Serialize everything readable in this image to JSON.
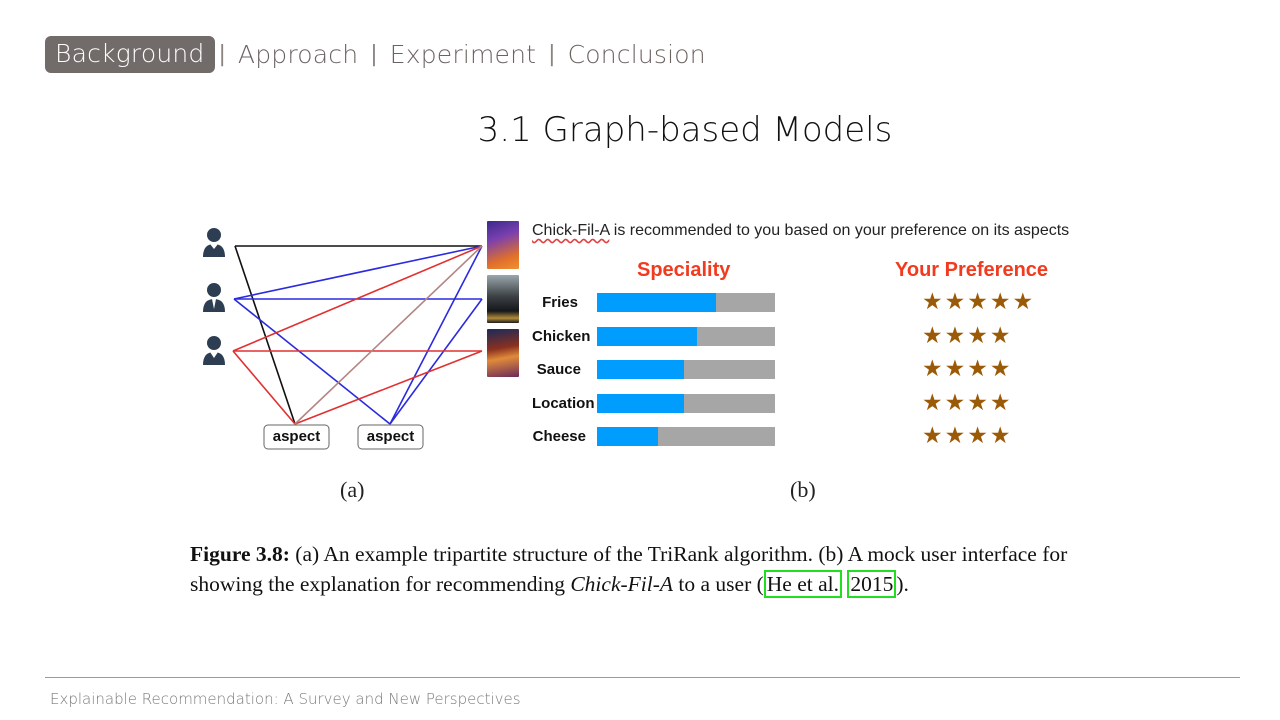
{
  "nav": {
    "items": [
      {
        "label": "Background",
        "active": true
      },
      {
        "label": "Approach",
        "active": false
      },
      {
        "label": "Experiment",
        "active": false
      },
      {
        "label": "Conclusion",
        "active": false
      }
    ],
    "separator": "|"
  },
  "slide": {
    "title": "3.1 Graph-based Models"
  },
  "figure": {
    "panel_a": {
      "label": "(a)",
      "users": [
        "user-icon-1",
        "user-icon-2",
        "user-icon-3"
      ],
      "items": [
        "movie-poster-coco",
        "movie-poster-black-panther",
        "movie-poster-avengers"
      ],
      "aspect_nodes": [
        "aspect",
        "aspect"
      ],
      "edge_colors": {
        "black": "#111111",
        "blue": "#2222dd",
        "red": "#e03030",
        "brown": "#b08080"
      }
    },
    "panel_b": {
      "label": "(b)",
      "headline_brand": "Chick-Fil-A",
      "headline_rest": " is recommended to you based on your preference on its aspects",
      "col_speciality": "Speciality",
      "col_preference": "Your Preference",
      "rows": [
        {
          "aspect": "Fries",
          "speciality_pct": 67,
          "stars": "★★★★★",
          "star_count": 5
        },
        {
          "aspect": "Chicken",
          "speciality_pct": 56,
          "stars": "★★★★",
          "star_count": 4
        },
        {
          "aspect": "Sauce",
          "speciality_pct": 49,
          "stars": "★★★★",
          "star_count": 4
        },
        {
          "aspect": "Location",
          "speciality_pct": 49,
          "stars": "★★★★",
          "star_count": 4
        },
        {
          "aspect": "Cheese",
          "speciality_pct": 34,
          "stars": "★★★★",
          "star_count": 4
        }
      ],
      "colors": {
        "bar_fill": "#009dff",
        "bar_track": "#a6a6a6",
        "header": "#f23a1e",
        "star": "#9a5a07"
      }
    },
    "caption": {
      "label": "Figure 3.8:",
      "text_1": " (a) An example tripartite structure of the TriRank algorithm. (b) A mock user interface for showing the explanation for recommending ",
      "italic": "Chick-Fil-A",
      "text_2": " to a user (",
      "cite_author": "He et al.",
      "cite_year": "2015",
      "text_3": ")."
    }
  },
  "footer": {
    "text": "Explainable Recommendation: A Survey and New Perspectives"
  }
}
